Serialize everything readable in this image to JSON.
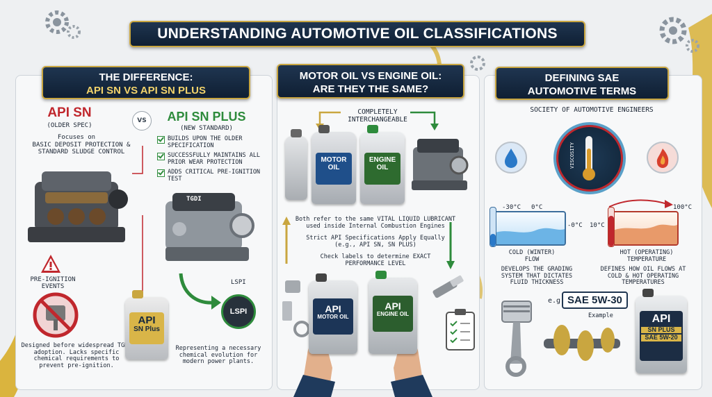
{
  "title": "UNDERSTANDING AUTOMOTIVE OIL CLASSIFICATIONS",
  "left": {
    "heading1": "THE DIFFERENCE:",
    "heading2": "API SN VS API SN PLUS",
    "sn": {
      "title": "API SN",
      "sub": "(OLDER SPEC)",
      "focus": "Focuses on",
      "desc": "BASIC DEPOSIT PROTECTION & STANDARD SLUDGE CONTROL",
      "warning": "PRE-IGNITION EVENTS",
      "note": "Designed before widespread TGDI adoption. Lacks specific chemical requirements to prevent pre-ignition."
    },
    "vs": "VS",
    "plus": {
      "title": "API SN PLUS",
      "sub": "(NEW STANDARD)",
      "checks": [
        "BUILDS UPON THE OLDER SPECIFICATION",
        "SUCCESSFULLY MAINTAINS ALL PRIOR WEAR PROTECTION",
        "ADDS CRITICAL PRE-IGNITION TEST"
      ],
      "engine_label": "TGDI",
      "lspi_label": "LSPI",
      "lspi_badge": "LSPI",
      "bottle_line1": "API",
      "bottle_line2": "SN Plus",
      "note": "Representing a necessary chemical evolution for modern power plants."
    }
  },
  "middle": {
    "heading1": "MOTOR OIL VS ENGINE OIL:",
    "heading2": "ARE THEY THE SAME?",
    "interchange": "COMPLETELY INTERCHANGEABLE",
    "jug_motor_1": "MOTOR",
    "jug_motor_2": "OIL",
    "jug_engine_1": "ENGINE",
    "jug_engine_2": "OIL",
    "text1": "Both refer to the same VITAL LIQUID LUBRICANT used inside Internal Combustion Engines",
    "text2": "Strict API Specifications Apply Equally (e.g., API SN, SN PLUS)",
    "text3": "Check labels to determine EXACT PERFORMANCE LEVEL",
    "hand_left_1": "API",
    "hand_left_2": "MOTOR OIL",
    "hand_right_1": "API",
    "hand_right_2": "ENGINE OIL"
  },
  "right": {
    "heading1": "DEFINING SAE",
    "heading2": "AUTOMOTIVE TERMS",
    "society": "SOCIETY OF AUTOMOTIVE ENGINEERS",
    "viscosity": "VISCOSITY",
    "cold_temp_a": "-30°C",
    "cold_temp_b": "0°C",
    "cold_temp_c": "-0°C",
    "cold_label": "COLD (WINTER) FLOW",
    "hot_temp_a": "10°C",
    "hot_temp_b": "100°C",
    "hot_label": "HOT (OPERATING) TEMPERATURE",
    "cold_desc": "DEVELOPS THE GRADING SYSTEM THAT DICTATES FLUID THICKNESS",
    "hot_desc": "DEFINES HOW OIL FLOWS AT COLD & HOT OPERATING TEMPERATURES",
    "example": "Example",
    "eg": "e.g.",
    "grade": "SAE 5W-30",
    "bottle_line1": "API",
    "bottle_line2": "SN PLUS",
    "bottle_line3": "SAE 5W-20"
  },
  "colors": {
    "navy": "#14273d",
    "gold": "#c9a640",
    "red": "#c0272d",
    "green": "#2e8b3c"
  }
}
